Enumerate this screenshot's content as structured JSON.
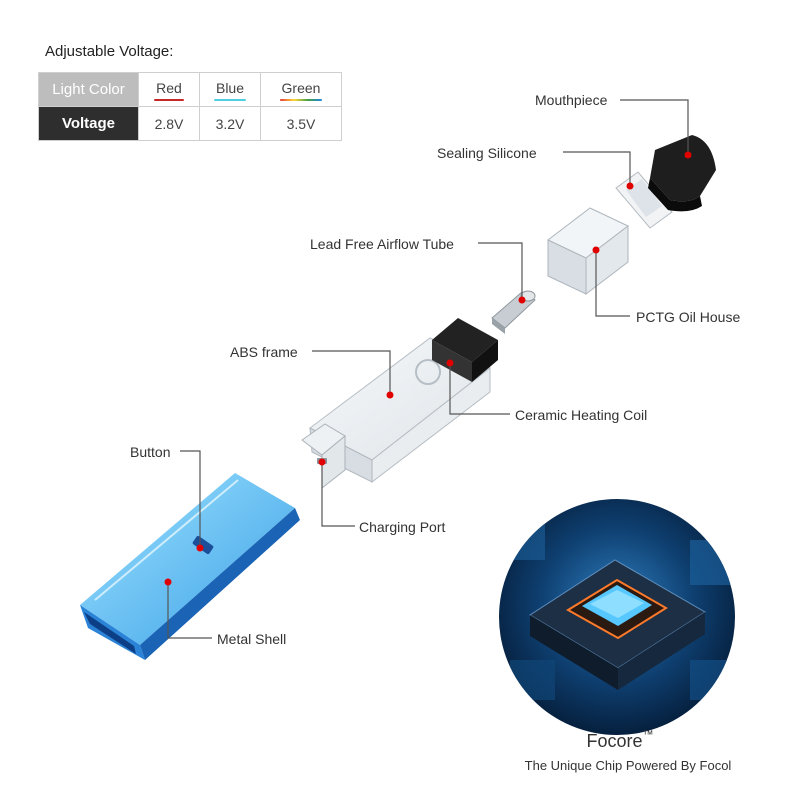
{
  "table": {
    "title": "Adjustable Voltage:",
    "row1_header": "Light Color",
    "row2_header": "Voltage",
    "colors": [
      {
        "name": "Red",
        "underline": "#c62828",
        "voltage": "2.8V"
      },
      {
        "name": "Blue",
        "underline": "#4fd0e0",
        "voltage": "3.2V"
      },
      {
        "name": "Green",
        "underline": "#4caf50",
        "voltage": "3.5V"
      }
    ]
  },
  "labels": {
    "mouthpiece": "Mouthpiece",
    "sealing_silicone": "Sealing Silicone",
    "airflow_tube": "Lead Free Airflow Tube",
    "oil_house": "PCTG Oil House",
    "abs_frame": "ABS frame",
    "heating_coil": "Ceramic Heating Coil",
    "button": "Button",
    "charging_port": "Charging Port",
    "metal_shell": "Metal Shell"
  },
  "chip": {
    "brand": "Focore",
    "trademark": "™",
    "tagline": "The Unique Chip Powered By Focol"
  },
  "colors": {
    "marker": "#e00000",
    "leader": "#555555",
    "shell": "#2e8fd6"
  }
}
